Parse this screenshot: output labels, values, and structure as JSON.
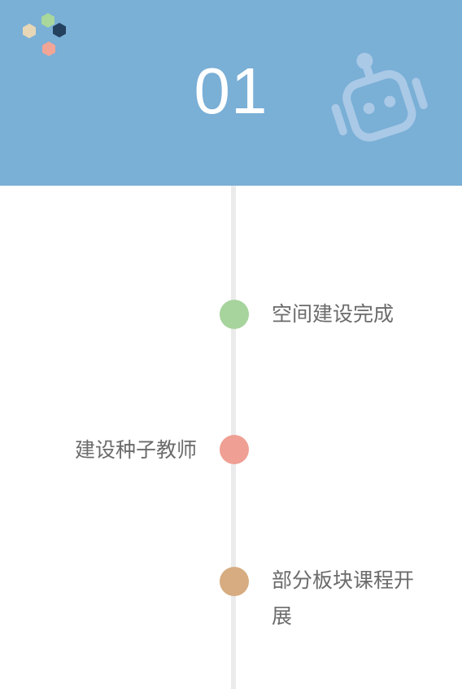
{
  "header": {
    "number": "01",
    "background_color": "#7aafd6",
    "logo_icon": "hexagon-cluster-icon",
    "robot_icon": "robot-icon"
  },
  "timeline": {
    "line_color": "#ebebeb",
    "items": [
      {
        "label": "空间建设完成",
        "side": "right",
        "dot_color": "#a6d49c"
      },
      {
        "label": "建设种子教师",
        "side": "left",
        "dot_color": "#ef9f93"
      },
      {
        "label": "部分板块课程开展",
        "side": "right",
        "dot_color": "#d6ac80"
      }
    ]
  }
}
